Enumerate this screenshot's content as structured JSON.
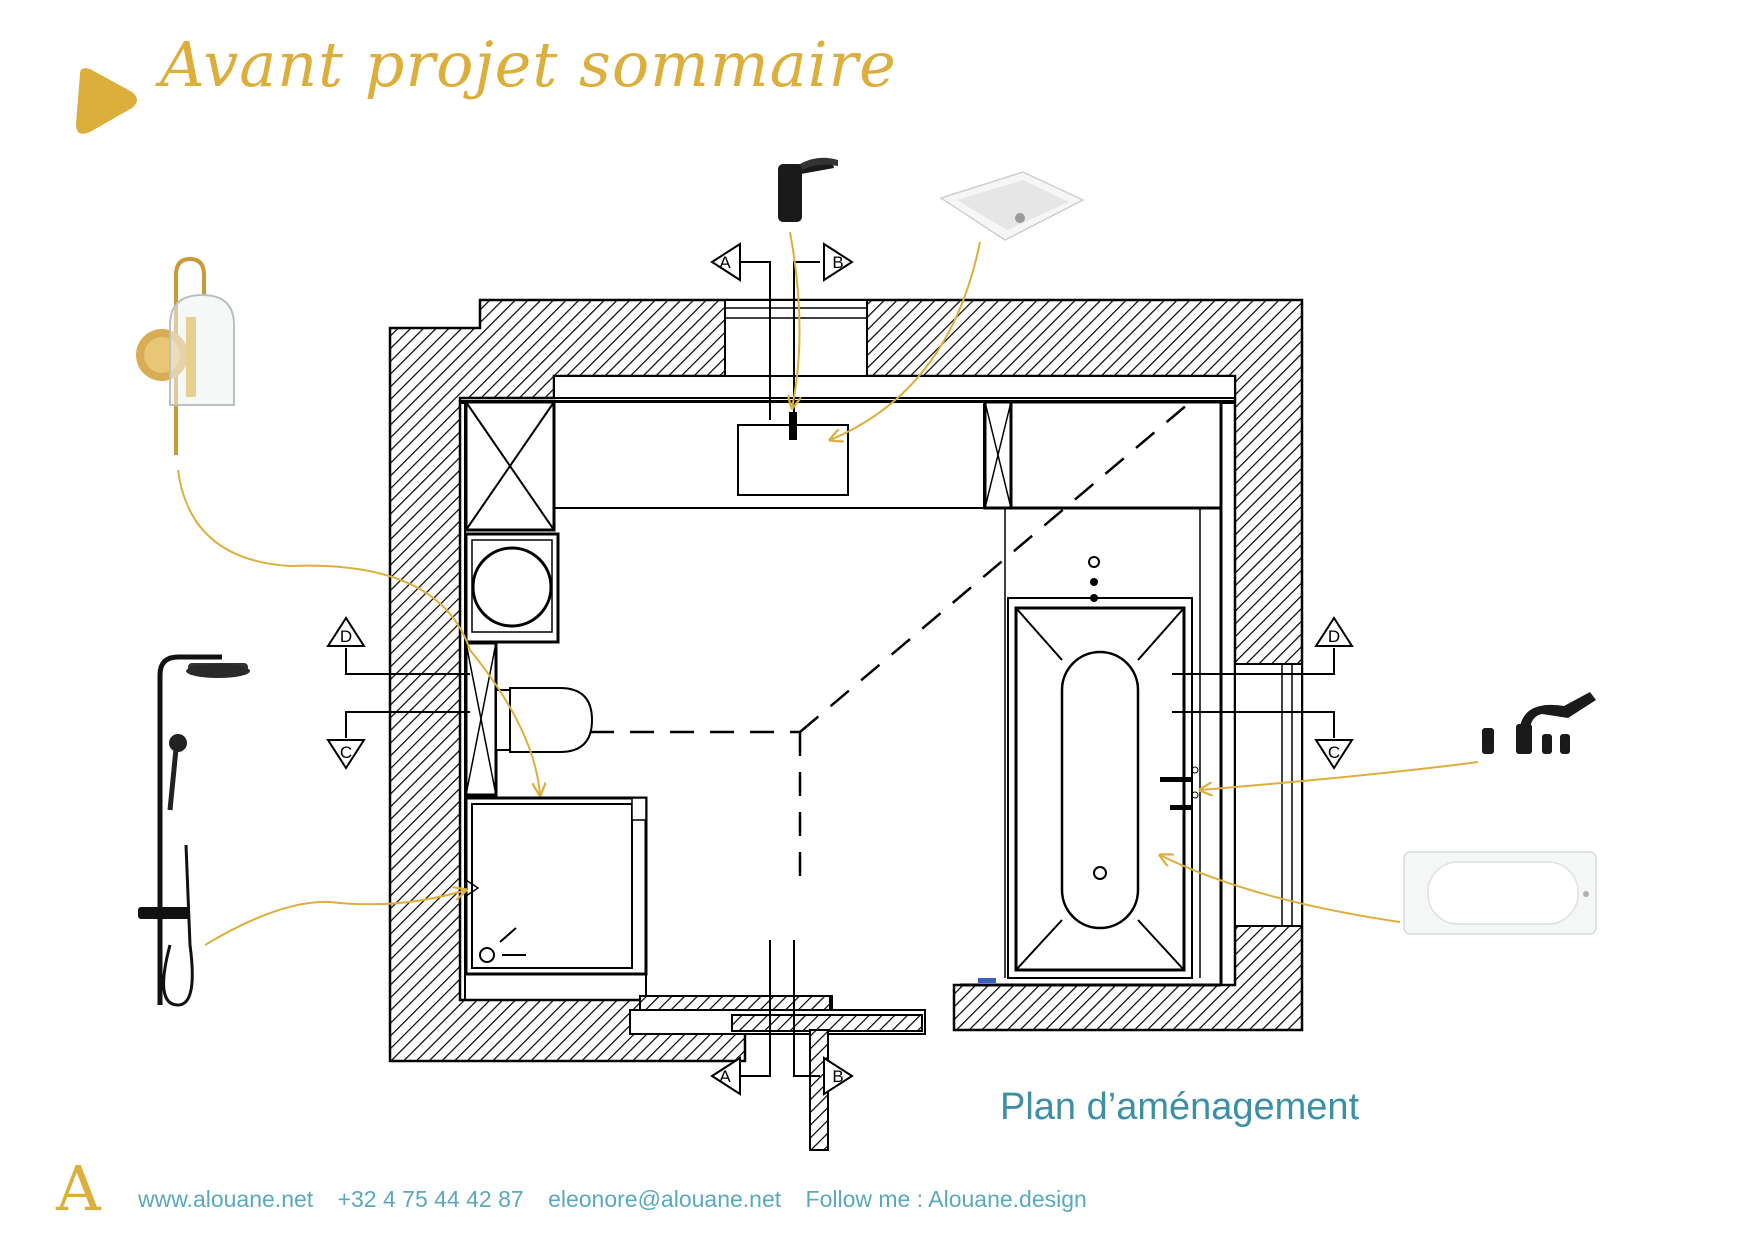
{
  "header": {
    "title": "Avant projet sommaire"
  },
  "plan": {
    "caption": "Plan d’aménagement",
    "section_markers": {
      "a": "A",
      "b": "B",
      "c": "C",
      "d": "D"
    }
  },
  "footer": {
    "logo_letter": "A",
    "website": "www.alouane.net",
    "phone": "+32 4 75 44 42 87",
    "email": "eleonore@alouane.net",
    "social": "Follow me : Alouane.design"
  },
  "colors": {
    "accent": "#dcae3c",
    "caption": "#3d8fa6",
    "footer": "#5aa8bd",
    "wall": "#000000"
  }
}
